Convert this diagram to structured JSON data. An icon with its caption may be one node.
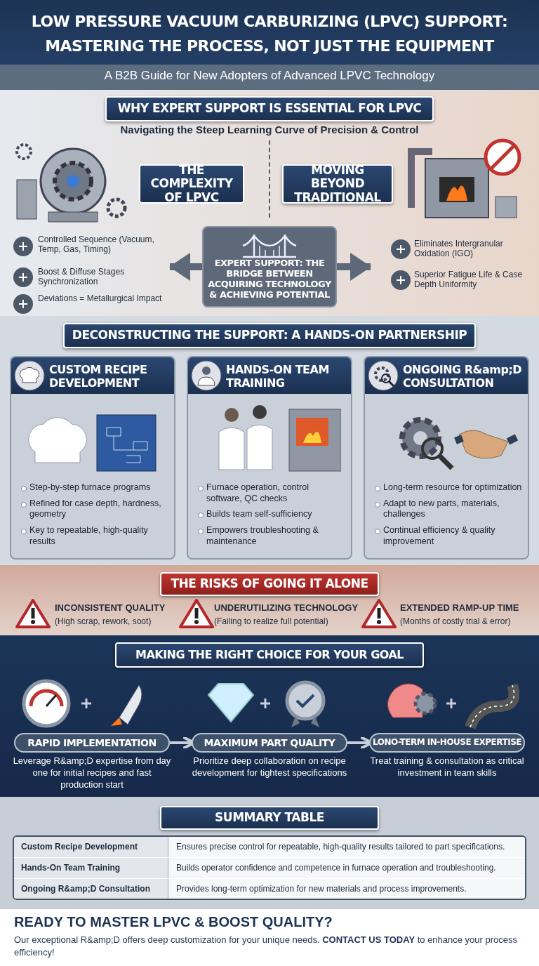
{
  "diagram": {
    "title": "LOW PRESSURE VACUUM CARBURIZING (LPVC) SUPPORT: MASTERING THE PROCESS, NOT JUST THE EQUIPMENT",
    "nodes": [
      {
        "text": [
          "WHY EXPERT SUPPORT IS ESSENTIAL FOR LPVC"
        ]
      },
      {
        "text": [
          "THE COMPLEXITY OF LPVC"
        ]
      },
      {
        "text": [
          "MOVING BEYOND TRADITIONAL"
        ]
      },
      {
        "text": [
          "EXPERT SUPPORT: THE BRIDGE BETWEEN ACQUIRING TECHNOLOGY & ACHIEVING POTENTIAL"
        ]
      },
      {
        "text": [
          "DECONSTRUCTING THE SUPPORT: A HANDS-ON PARTNERSHIP"
        ]
      },
      {
        "text": [
          "CUSTOM RECIPE DEVELOPMENT",
          "Step-by-step furnace programs",
          "Refined for case depth, hardness, geometry",
          "Key to repeatable, high-quality results"
        ]
      },
      {
        "text": [
          "HANDS-ON TEAM TRAINING",
          "Furnace operation, control software, QC checks",
          "Builds team self-sufficiency",
          "Empowers troubleshooting & maintenance"
        ]
      },
      {
        "text": [
          "ONGOING R&amp;D CONSULTATION",
          "Long-term resource for optimization",
          "Adapt to new parts, materials, challenges",
          "Continual efficiency & quality improvement"
        ]
      },
      {
        "text": [
          "THE RISKS OF GOING IT ALONE"
        ]
      },
      {
        "text": [
          "MAKING THE RIGHT CHOICE FOR YOUR GOAL"
        ]
      },
      {
        "text": [
          "RAPID IMPLEMENTATION"
        ],
        "beside": [
          "Leverage R&amp;D expertise from day one for initial recipes and fast production start"
        ]
      },
      {
        "text": [
          "MAXIMUM PART QUALITY"
        ],
        "beside": [
          "Prioritize deep collaboration on recipe development for tightest specifications"
        ]
      },
      {
        "text": [
          "LONO-TERM IN-HOUSE EXPERTISE"
        ],
        "beside": [
          "Treat training & consultation as critical investment in team skills"
        ]
      },
      {
        "text": [
          "SUMMARY TABLE"
        ]
      }
    ],
    "edges": [
      {
        "from": 3,
        "to": null,
        "arrow": "to",
        "style": "thick"
      },
      {
        "from": 3,
        "to": null,
        "arrow": "to",
        "style": "thick"
      },
      {
        "from": 10,
        "to": 11,
        "arrow": "to",
        "color": "#c7ced8"
      },
      {
        "from": 11,
        "to": 12,
        "arrow": "to",
        "color": "#c7ced8"
      }
    ],
    "labels": [
      "A B2B Guide for New Adopters of Advanced LPVC Technology",
      "Navigating the Steep Learning Curve of Precision & Control",
      "Controlled Sequence (Vacuum, Temp, Gas, Timing)",
      "Boost & Diffuse Stages Synchronization",
      "Deviations = Metallurgical Impact",
      "Eliminates Intergranular Oxidation (IGO)",
      "Superior Fatigue Life & Case Depth Uniformity",
      "INCONSISTENT QUALITY",
      "(High scrap, rework, soot)",
      "UNDERUTILIZING TECHNOLOGY",
      "(Failing to realize full potential)",
      "EXTENDED RAMP-UP TIME",
      "(Months of costly trial & error)",
      "Custom Recipe Development",
      "Ensures precise control for repeatable, high-quality results tailored to part specifications.",
      "Hands-On Team Training",
      "Builds operator confidence and competence in furnace operation and troubleshooting.",
      "Ongoing R&amp;D Consultation",
      "Provides long-term optimization for new materials and process improvements.",
      "READY TO MASTER LPVC & BOOST QUALITY?",
      "Our exceptional R&amp;D offers deep customization for your unique needs. **CONTACT US TODAY** to enhance your process efficiency!"
    ]
  }
}
